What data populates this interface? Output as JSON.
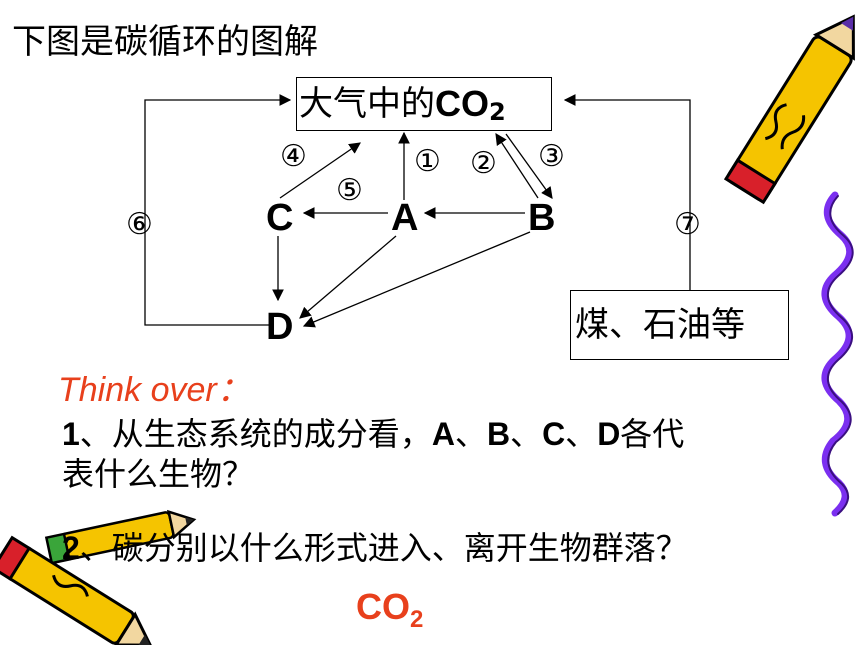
{
  "title": "下图是碳循环的图解",
  "diagram": {
    "atmosphere": {
      "prefix": "大气中的",
      "main": "CO",
      "sub": "2"
    },
    "nodes": {
      "a": "A",
      "b": "B",
      "c": "C",
      "d": "D"
    },
    "fossil": "煤、石油等",
    "labels": [
      "④",
      "①",
      "②",
      "③",
      "⑤",
      "⑥",
      "⑦"
    ]
  },
  "think_over": "Think over：",
  "questions": {
    "q1_num": "1",
    "q1_text": "、从生态系统的成分看，",
    "q1_a": "A",
    "sep1": "、",
    "q1_b": "B",
    "sep2": "、",
    "q1_c": "C",
    "sep3": "、",
    "q1_d": "D",
    "q1_end": "各代",
    "q1_line2": "表什么生物？",
    "q2_num": "2",
    "q2_text": "、碳分别以什么形式进入、离开生物群落？"
  },
  "answer": {
    "main": "CO",
    "sub": "2"
  },
  "colors": {
    "accent": "#e8401c",
    "pencil_yellow": "#f5c400",
    "pencil_red": "#d8202a",
    "ribbon": "#7b2ff0"
  }
}
